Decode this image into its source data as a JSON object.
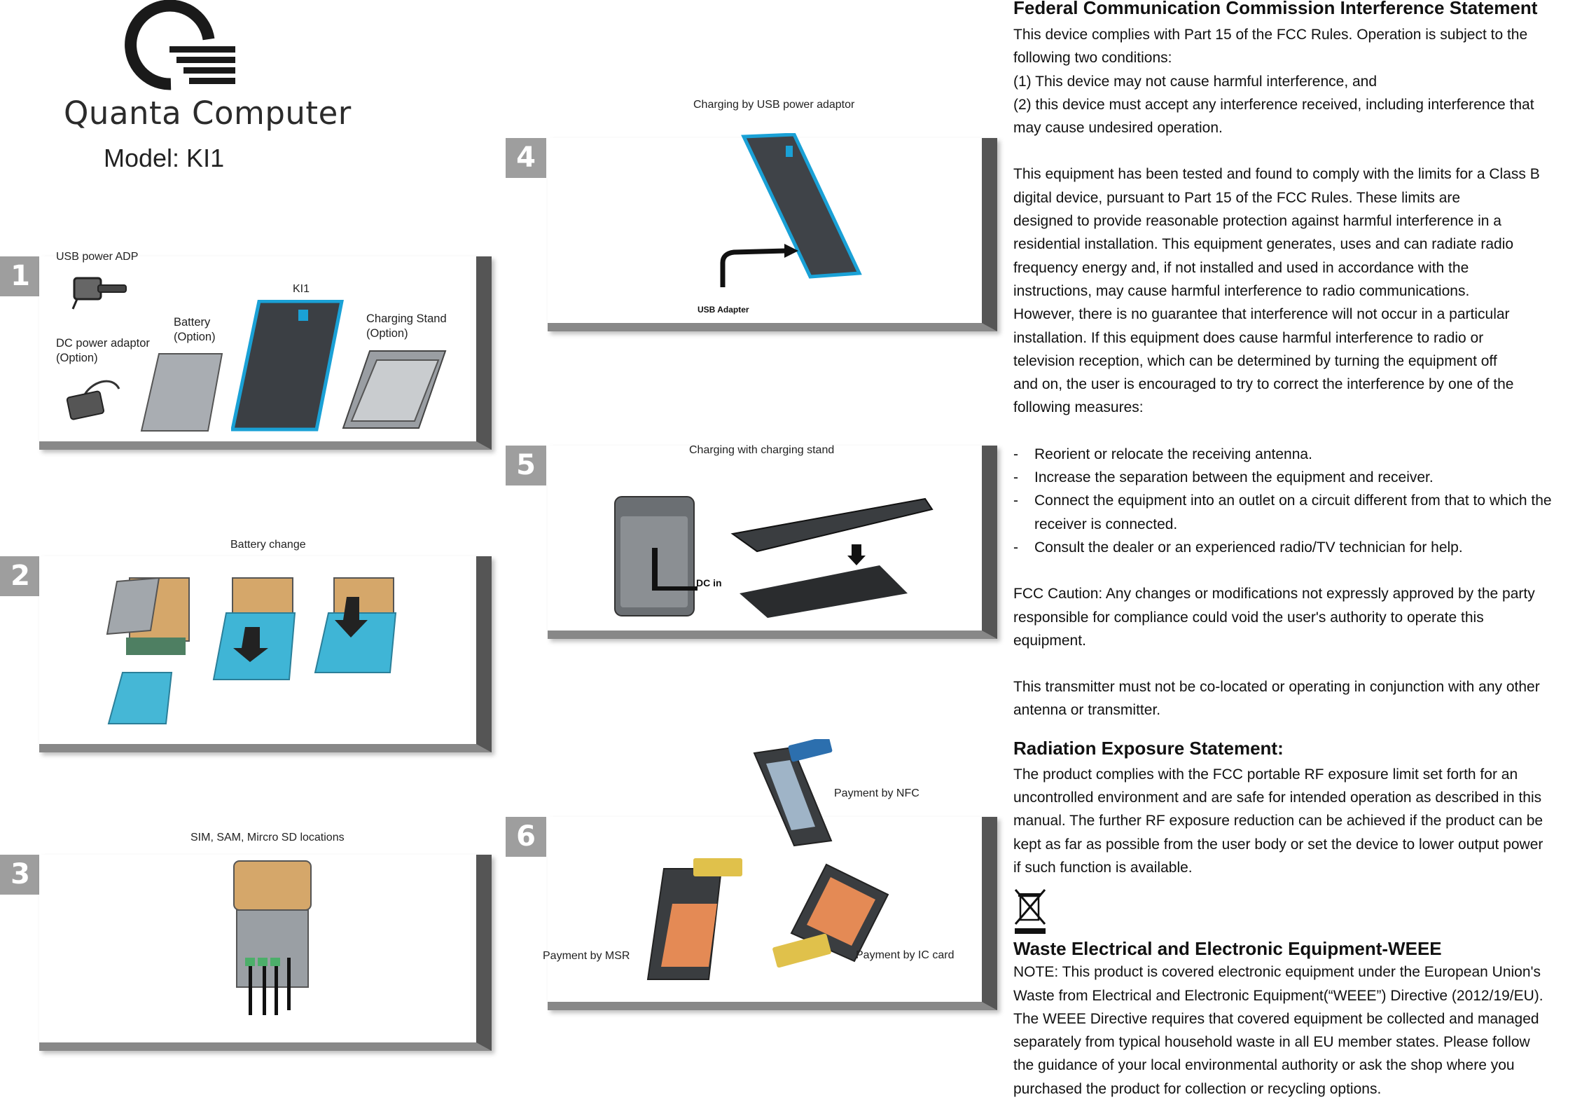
{
  "logo": {
    "company": "Quanta Computer",
    "model": "Model: KI1"
  },
  "steps": [
    "1",
    "2",
    "3",
    "4",
    "5",
    "6"
  ],
  "step1": {
    "usb_adp": "USB power ADP",
    "dc_adaptor": "DC power adaptor",
    "dc_option": "(Option)",
    "battery": "Battery",
    "battery_option": "(Option)",
    "ki1": "KI1",
    "stand": "Charging Stand",
    "stand_option": "(Option)"
  },
  "step2": {
    "caption": "Battery change"
  },
  "step3": {
    "caption": "SIM, SAM, Mircro SD locations"
  },
  "step4": {
    "caption": "Charging by USB power adaptor",
    "usb_label": "USB Adapter"
  },
  "step5": {
    "caption": "Charging with charging stand",
    "dc_label": "DC in"
  },
  "step6": {
    "nfc": "Payment by NFC",
    "msr": "Payment by MSR",
    "ic": "Payment by IC card"
  },
  "fcc": {
    "title": "Federal Communication Commission Interference Statement",
    "p1": [
      "This device complies with Part 15 of the FCC Rules. Operation is subject to the",
      "following two conditions:",
      "(1) This device may not cause harmful interference, and",
      "(2) this device must accept any interference received, including interference that",
      "may cause undesired operation."
    ],
    "p2": [
      "This equipment has been tested and found to comply with the limits for a Class B",
      "digital device, pursuant to Part 15 of the FCC Rules.  These limits are",
      "designed to provide reasonable protection against harmful interference in a",
      "residential installation. This equipment generates, uses and can radiate radio",
      "frequency energy and, if not installed and used in accordance with the",
      "instructions, may cause harmful interference to radio communications.",
      "However, there is no guarantee that interference will not occur in a particular",
      "installation.  If this equipment does cause harmful interference to radio or",
      "television reception, which can be determined by turning the equipment off",
      "and on, the user is encouraged to try to correct the interference by one of the",
      "following measures:"
    ],
    "bullets": [
      "Reorient or relocate the receiving antenna.",
      "Increase the separation between the equipment and receiver.",
      "Connect the equipment into an outlet on a circuit different from that to which the",
      "receiver is connected.",
      "Consult the dealer or an experienced radio/TV technician for help."
    ],
    "caution": [
      "FCC Caution: Any changes or modifications not expressly approved by the party",
      "responsible for compliance could void the user's authority to operate this",
      "equipment."
    ],
    "colocation": [
      "This transmitter must not be co-located or operating in conjunction with any other",
      "antenna or transmitter."
    ],
    "rad_title": "Radiation Exposure Statement:",
    "rad": [
      "The product complies with the FCC portable RF exposure limit set forth for an",
      "uncontrolled environment and are safe for intended operation as described in this",
      "manual. The further RF exposure reduction can be achieved if the product can be",
      "kept as far as possible from the user body or set the device to lower output power",
      "if such function is available."
    ],
    "weee_title": "Waste Electrical and Electronic Equipment-WEEE",
    "weee": [
      "NOTE: This product is covered electronic equipment under the European Union's",
      "Waste from Electrical and Electronic Equipment(“WEEE”) Directive (2012/19/EU).",
      "The WEEE Directive requires that covered equipment be collected and managed",
      "separately from typical household waste in all EU member states. Please follow",
      "the guidance of your local environmental authority or ask the shop where you",
      "purchased the product for collection or recycling options."
    ]
  }
}
